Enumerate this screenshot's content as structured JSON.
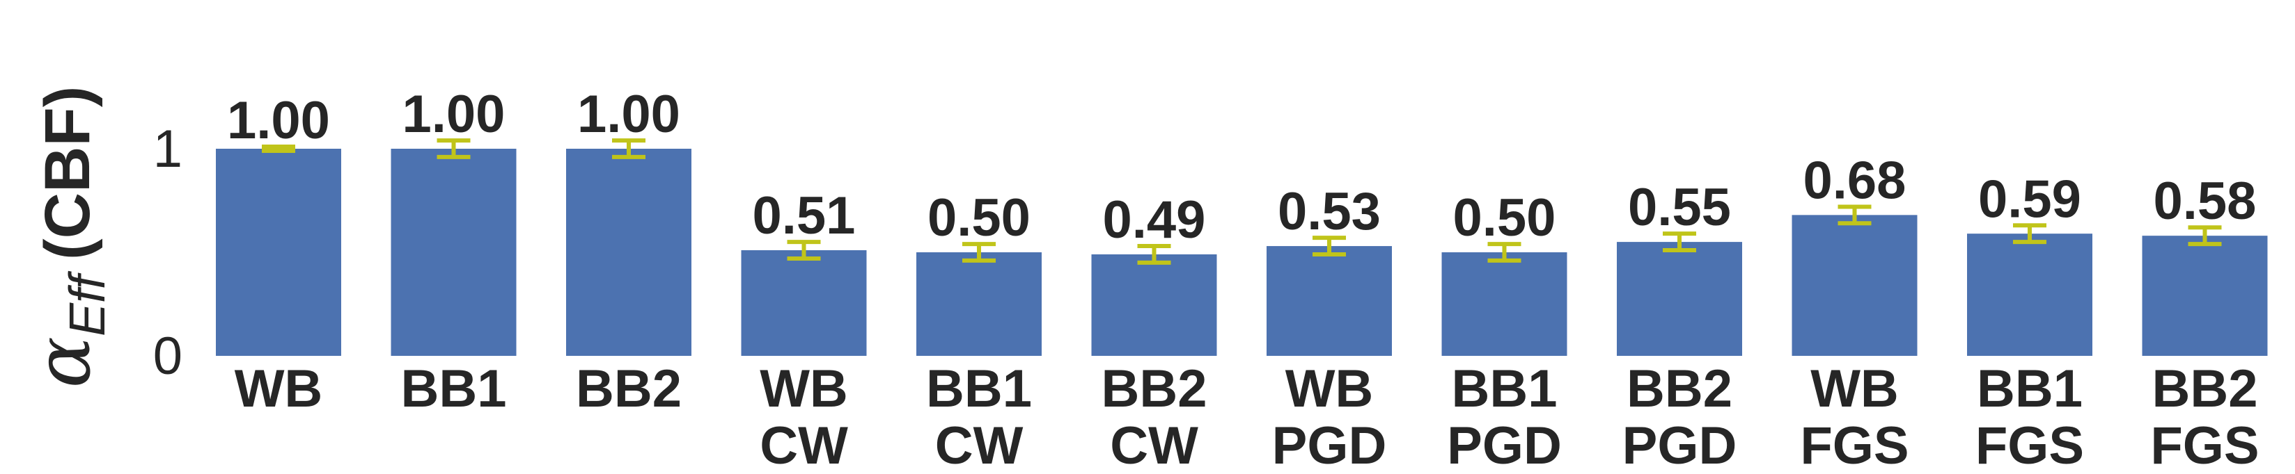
{
  "chart_data": {
    "type": "bar",
    "ylabel": {
      "symbol": "α",
      "subscript": "Eff",
      "rest": "(CBF)"
    },
    "yticks": [
      "0",
      "1"
    ],
    "ylim": [
      0,
      1.12
    ],
    "bar_color": "#4c72b0",
    "errorbar_color": "#c0c41a",
    "categories": [
      [
        "WB"
      ],
      [
        "BB1"
      ],
      [
        "BB2"
      ],
      [
        "WB",
        "CW"
      ],
      [
        "BB1",
        "CW"
      ],
      [
        "BB2",
        "CW"
      ],
      [
        "WB",
        "PGD"
      ],
      [
        "BB1",
        "PGD"
      ],
      [
        "BB2",
        "PGD"
      ],
      [
        "WB",
        "FGS"
      ],
      [
        "BB1",
        "FGS"
      ],
      [
        "BB2",
        "FGS"
      ]
    ],
    "values": [
      1.0,
      1.0,
      1.0,
      0.51,
      0.5,
      0.49,
      0.53,
      0.5,
      0.55,
      0.68,
      0.59,
      0.58
    ],
    "labels": [
      "1.00",
      "1.00",
      "1.00",
      "0.51",
      "0.50",
      "0.49",
      "0.53",
      "0.50",
      "0.55",
      "0.68",
      "0.59",
      "0.58"
    ],
    "errors": [
      0.01,
      0.04,
      0.04,
      0.04,
      0.04,
      0.04,
      0.04,
      0.04,
      0.04,
      0.04,
      0.04,
      0.04
    ]
  }
}
